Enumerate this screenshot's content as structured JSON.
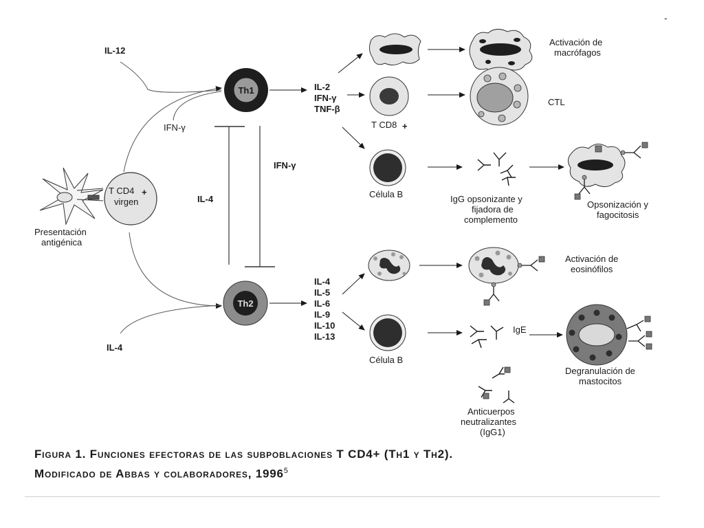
{
  "labels": {
    "il12": "IL-12",
    "il4_top": "IL-4",
    "il4_bottom": "IL-4",
    "ifng_left": "IFN-γ",
    "ifng_mid": "IFN-γ",
    "th1": "Th1",
    "th2": "Th2",
    "naive_line1": "T CD4",
    "naive_plus": "+",
    "naive_line2": "virgen",
    "apc_line1": "Presentación",
    "apc_line2": "antigénica",
    "th1_cytokines": [
      "IL-2",
      "IFN-γ",
      "TNF-β"
    ],
    "th2_cytokines": [
      "IL-4",
      "IL-5",
      "IL-6",
      "IL-9",
      "IL-10",
      "IL-13"
    ],
    "cd8": "T CD8",
    "cd8_plus": "+",
    "bcell_top": "Célula B",
    "bcell_bottom": "Célula B",
    "macro_line1": "Activación de",
    "macro_line2": "macrófagos",
    "ctl": "CTL",
    "igg_line1": "IgG opsonizante y",
    "igg_line2": "fijadora de",
    "igg_line3": "complemento",
    "opson_line1": "Opsonización y",
    "opson_line2": "fagocitosis",
    "eos_line1": "Activación de",
    "eos_line2": "eosinófilos",
    "ige": "IgE",
    "mast_line1": "Degranulación de",
    "mast_line2": "mastocitos",
    "anti_line1": "Anticuerpos",
    "anti_line2": "neutralizantes",
    "anti_line3": "(IgG1)"
  },
  "caption": {
    "line1": "Figura 1. Funciones efectoras de las subpoblaciones T CD4+ (Th1 y Th2).",
    "line2": "Modificado de Abbas y colaboradores, 1996",
    "ref": "5"
  },
  "corner_mark": "-",
  "colors": {
    "ink": "#1a1a1a",
    "th1_fill": "#1e1e1e",
    "th2_fill": "#8c8c8c",
    "light_fill": "#e4e4e4",
    "dark_fill": "#3a3a3a"
  }
}
